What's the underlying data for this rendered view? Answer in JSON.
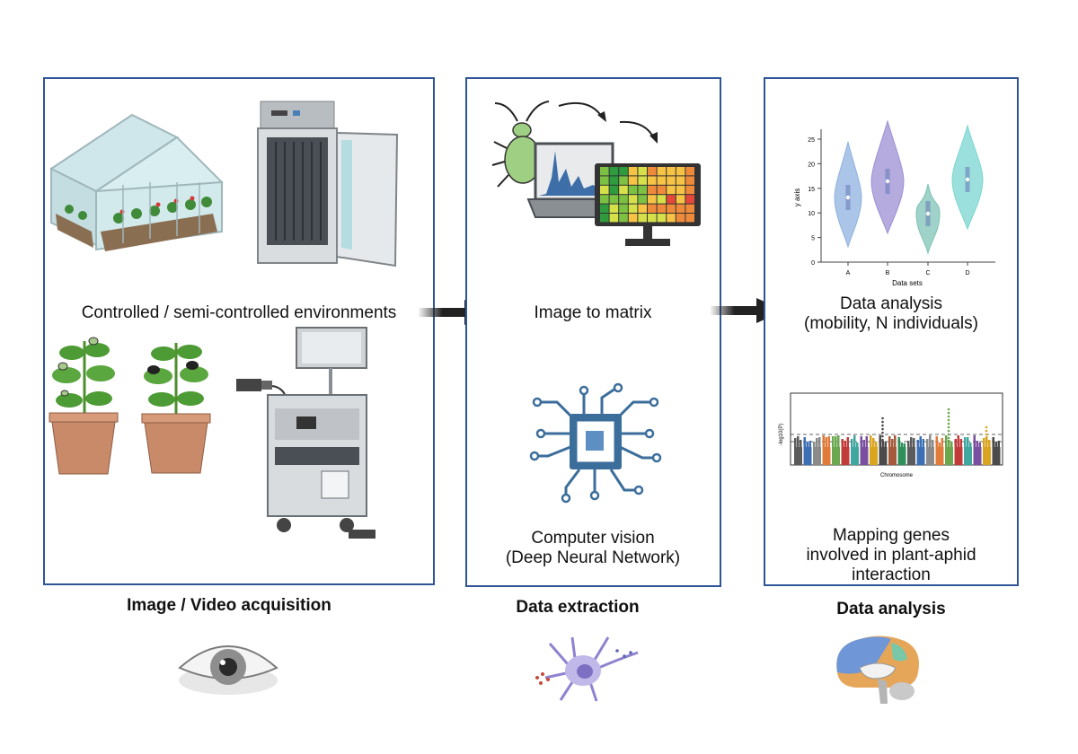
{
  "panels": {
    "acquisition": {
      "environment_label": "Controlled / semi-controlled environments",
      "caption": "Image / Video acquisition"
    },
    "extraction": {
      "matrix_label": "Image to matrix",
      "cv_label_line1": "Computer vision",
      "cv_label_line2": "(Deep Neural Network)",
      "caption": "Data extraction"
    },
    "analysis": {
      "label_line1": "Data analysis",
      "label_line2": "(mobility, N individuals)",
      "mapping_line1": "Mapping genes",
      "mapping_line2": "involved in plant-aphid",
      "mapping_line3": "interaction",
      "caption": "Data analysis"
    }
  },
  "violin": {
    "y_axis_label": "y axis",
    "x_axis_label": "Data sets",
    "y_ticks": [
      "0",
      "5",
      "10",
      "15",
      "20",
      "25"
    ],
    "categories": [
      "A",
      "B",
      "C",
      "D"
    ],
    "colors": [
      "#8fb2e0",
      "#9c8fd4",
      "#7fc3b5",
      "#79d6d0"
    ]
  },
  "manhattan": {
    "y_axis_label": "-log10(P)",
    "x_axis_label": "Chromosome"
  },
  "colors": {
    "panel_border": "#2f5597",
    "arrow": "#222222"
  },
  "icons": [
    "greenhouse-icon",
    "growth-chamber-icon",
    "plant-pot-icon",
    "camera-cart-icon",
    "aphid-icon",
    "laptop-icon",
    "monitor-heatmap-icon",
    "neural-chip-icon",
    "eye-icon",
    "neuron-icon",
    "brain-icon"
  ]
}
